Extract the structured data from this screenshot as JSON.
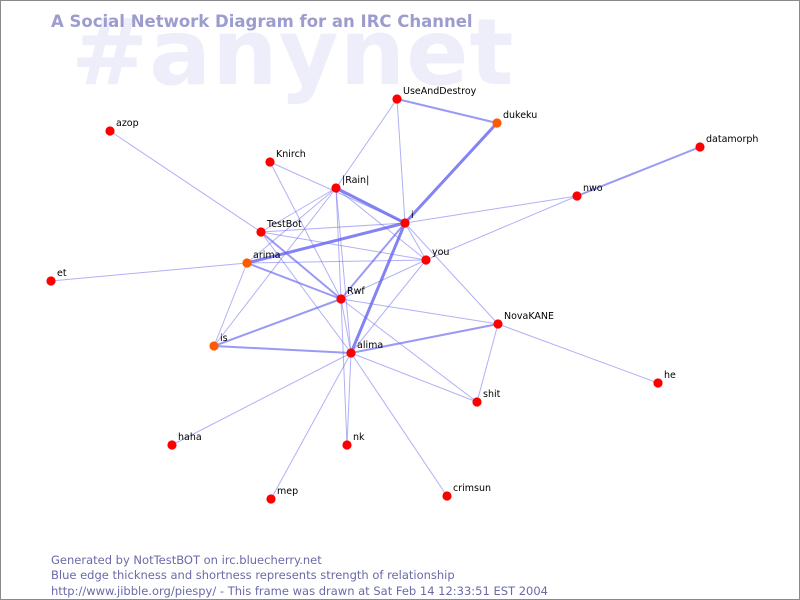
{
  "watermark": "#anynet",
  "title": "A Social Network Diagram for an IRC Channel",
  "footer": {
    "line1": "Generated by NotTestBOT on irc.bluecherry.net",
    "line2": "Blue edge thickness and shortness represents strength of relationship",
    "line3": "http://www.jibble.org/piespy/ - This frame was drawn at Sat Feb 14 12:33:51 EST 2004"
  },
  "colors": {
    "node": "#ff0000",
    "node_alt": "#ff5a00",
    "edge": "#6464f0",
    "title": "#9c9ccf",
    "watermark": "#eeeefb",
    "footer": "#6a6aa8"
  },
  "nodes": [
    {
      "id": "UseAndDestroy"
    },
    {
      "id": "dukeku"
    },
    {
      "id": "azop"
    },
    {
      "id": "datamorph"
    },
    {
      "id": "Knirch"
    },
    {
      "id": "|Rain|"
    },
    {
      "id": "nwo"
    },
    {
      "id": "TestBot"
    },
    {
      "id": "i"
    },
    {
      "id": "arima"
    },
    {
      "id": "you"
    },
    {
      "id": "et"
    },
    {
      "id": "Rwf"
    },
    {
      "id": "NovaKANE"
    },
    {
      "id": "is"
    },
    {
      "id": "alima"
    },
    {
      "id": "he"
    },
    {
      "id": "shit"
    },
    {
      "id": "haha"
    },
    {
      "id": "nk"
    },
    {
      "id": "mep"
    },
    {
      "id": "crimsun"
    }
  ],
  "edges": [
    {
      "source": "UseAndDestroy",
      "target": "dukeku",
      "weight": 2
    },
    {
      "source": "UseAndDestroy",
      "target": "|Rain|",
      "weight": 1
    },
    {
      "source": "UseAndDestroy",
      "target": "i",
      "weight": 1
    },
    {
      "source": "dukeku",
      "target": "i",
      "weight": 3
    },
    {
      "source": "datamorph",
      "target": "nwo",
      "weight": 2
    },
    {
      "source": "azop",
      "target": "TestBot",
      "weight": 1
    },
    {
      "source": "Knirch",
      "target": "Rwf",
      "weight": 1
    },
    {
      "source": "Knirch",
      "target": "i",
      "weight": 1
    },
    {
      "source": "|Rain|",
      "target": "i",
      "weight": 3
    },
    {
      "source": "|Rain|",
      "target": "TestBot",
      "weight": 1
    },
    {
      "source": "|Rain|",
      "target": "arima",
      "weight": 1
    },
    {
      "source": "|Rain|",
      "target": "Rwf",
      "weight": 1
    },
    {
      "source": "|Rain|",
      "target": "you",
      "weight": 1
    },
    {
      "source": "|Rain|",
      "target": "alima",
      "weight": 1
    },
    {
      "source": "|Rain|",
      "target": "is",
      "weight": 1
    },
    {
      "source": "i",
      "target": "arima",
      "weight": 3
    },
    {
      "source": "i",
      "target": "TestBot",
      "weight": 1
    },
    {
      "source": "i",
      "target": "Rwf",
      "weight": 2
    },
    {
      "source": "i",
      "target": "alima",
      "weight": 3
    },
    {
      "source": "i",
      "target": "you",
      "weight": 1
    },
    {
      "source": "i",
      "target": "nwo",
      "weight": 1
    },
    {
      "source": "i",
      "target": "NovaKANE",
      "weight": 1
    },
    {
      "source": "TestBot",
      "target": "Rwf",
      "weight": 2
    },
    {
      "source": "TestBot",
      "target": "you",
      "weight": 1
    },
    {
      "source": "TestBot",
      "target": "alima",
      "weight": 1
    },
    {
      "source": "arima",
      "target": "Rwf",
      "weight": 2
    },
    {
      "source": "arima",
      "target": "et",
      "weight": 1
    },
    {
      "source": "arima",
      "target": "you",
      "weight": 1
    },
    {
      "source": "arima",
      "target": "is",
      "weight": 1
    },
    {
      "source": "you",
      "target": "Rwf",
      "weight": 1
    },
    {
      "source": "you",
      "target": "nwo",
      "weight": 1
    },
    {
      "source": "you",
      "target": "alima",
      "weight": 1
    },
    {
      "source": "Rwf",
      "target": "alima",
      "weight": 1
    },
    {
      "source": "Rwf",
      "target": "NovaKANE",
      "weight": 1
    },
    {
      "source": "Rwf",
      "target": "is",
      "weight": 2
    },
    {
      "source": "Rwf",
      "target": "nk",
      "weight": 1
    },
    {
      "source": "Rwf",
      "target": "shit",
      "weight": 1
    },
    {
      "source": "alima",
      "target": "is",
      "weight": 2
    },
    {
      "source": "alima",
      "target": "NovaKANE",
      "weight": 2
    },
    {
      "source": "alima",
      "target": "shit",
      "weight": 1
    },
    {
      "source": "alima",
      "target": "haha",
      "weight": 1
    },
    {
      "source": "alima",
      "target": "nk",
      "weight": 1
    },
    {
      "source": "alima",
      "target": "mep",
      "weight": 1
    },
    {
      "source": "alima",
      "target": "crimsun",
      "weight": 1
    },
    {
      "source": "NovaKANE",
      "target": "he",
      "weight": 1
    },
    {
      "source": "NovaKANE",
      "target": "shit",
      "weight": 1
    }
  ]
}
